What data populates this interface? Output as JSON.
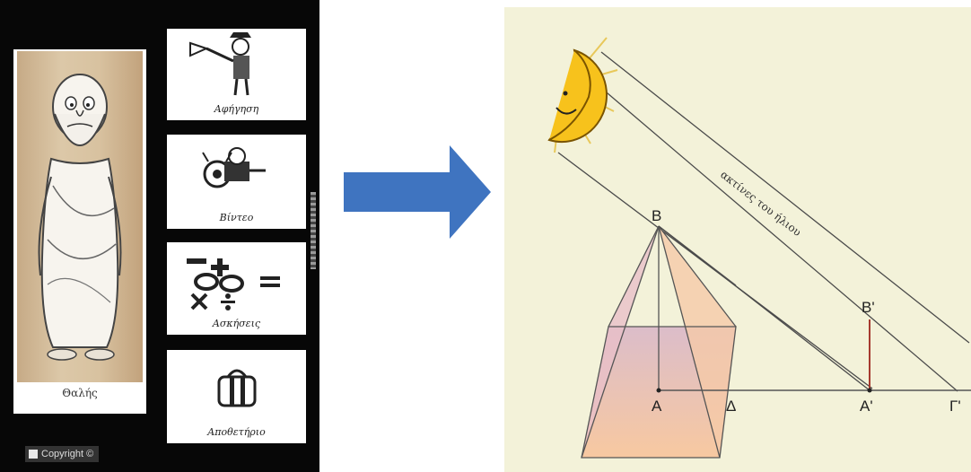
{
  "left_panel": {
    "character_name": "Θαλής",
    "menu": [
      {
        "label": "Αφήγηση",
        "icon": "storyteller-icon"
      },
      {
        "label": "Βίντεο",
        "icon": "video-camera-icon"
      },
      {
        "label": "Ασκήσεις",
        "icon": "math-symbols-icon"
      },
      {
        "label": "Αποθετήριο",
        "icon": "bag-icon"
      }
    ],
    "copyright": "Copyright ©"
  },
  "diagram": {
    "ray_label": "ακτίνες του ήλιου",
    "points": {
      "B": "B",
      "A": "A",
      "Delta": "Δ",
      "B_prime": "B'",
      "A_prime": "A'",
      "Gamma_prime": "Γ'"
    },
    "colors": {
      "background": "#f3f2d9",
      "sun": "#f7c21c",
      "pyramid_light": "#f8c49a",
      "pyramid_shade": "#d9b7c8",
      "stick": "#a63a2f",
      "arrow": "#3f74c0"
    }
  }
}
